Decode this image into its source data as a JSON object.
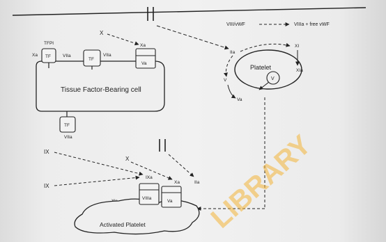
{
  "diagram": {
    "top_labels": {
      "viii_vwf": "VIII/vWF",
      "viiia_free_vwf": "VIIIa + free vWF"
    },
    "factor_labels": {
      "x_top": "X",
      "xa_top": "Xa",
      "ii_a_top": "IIa",
      "xi": "XI",
      "xia": "XIa",
      "v_near_platelet": "V",
      "va_near_platelet": "Va",
      "ix_upper": "IX",
      "ix_lower": "IX",
      "x_bottom": "X",
      "ixa": "IXa",
      "xa_bottom": "Xa",
      "ii_a_bottom": "IIa",
      "xia_bottom": "XIa"
    },
    "cell_labels": {
      "tissue_factor_cell": "Tissue Factor-Bearing cell",
      "platelet": "Platelet",
      "activated_platelet": "Activated Platelet"
    },
    "receptor_labels": {
      "tfpi": "TFPI",
      "tf": "TF",
      "viia": "VIIa",
      "va": "Va",
      "v_inside": "V",
      "viiia": "VIIIa",
      "xa_receptor": "Xa"
    },
    "watermark": "LIBRARY",
    "colors": {
      "ink": "#222222",
      "background": "#f0f0f0",
      "watermark": "#f4b53a",
      "accent_pink": "#e6b8d6"
    }
  }
}
